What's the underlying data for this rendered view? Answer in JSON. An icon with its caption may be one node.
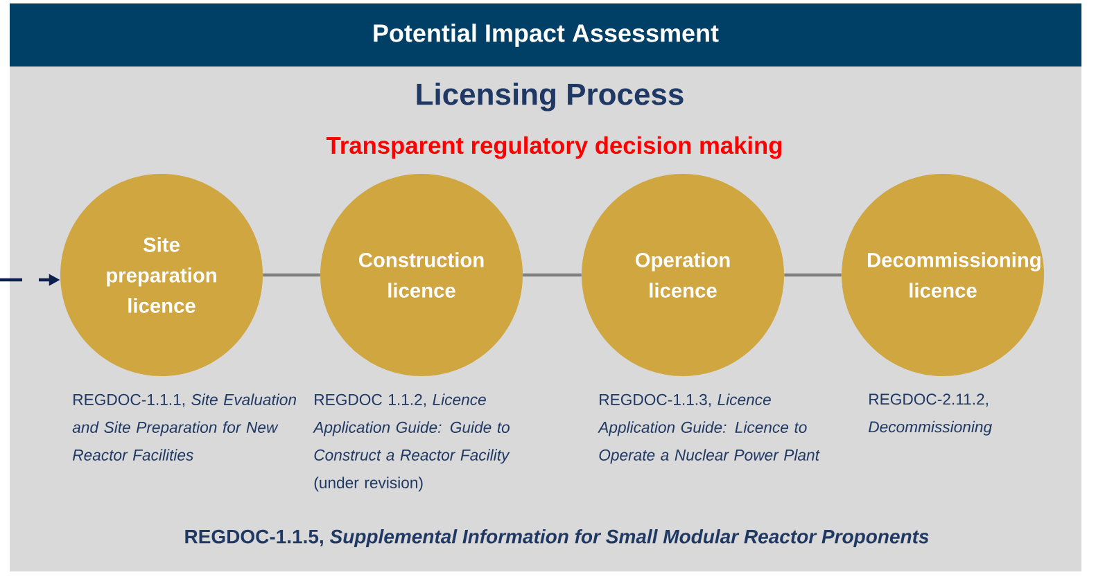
{
  "diagram": {
    "title": "Potential Impact Assessment",
    "nodes": [
      {
        "text": [
          "Site preparation licence"
        ],
        "beside": [
          "REGDOC-1.1.1, *Site Evaluation and Site Preparation for New Reactor Facilities*"
        ]
      },
      {
        "text": [
          "Construction licence"
        ],
        "beside": [
          "REGDOC 1.1.2, *Licence Application Guide: Guide to Construct a Reactor Facility* (under revision)"
        ]
      },
      {
        "text": [
          "Operation licence"
        ],
        "beside": [
          "REGDOC-1.1.3, *Licence Application Guide: Licence to Operate a Nuclear Power Plant*"
        ]
      },
      {
        "text": [
          "Decommissioning licence"
        ],
        "beside": [
          "REGDOC-2.11.2, *Decommissioning*"
        ]
      }
    ],
    "edges": [
      {
        "from": null,
        "to": 0,
        "arrow": "to",
        "style": "dashed",
        "color": "#0d1f4e"
      },
      {
        "from": 0,
        "to": 1,
        "arrow": "none"
      },
      {
        "from": 1,
        "to": 2,
        "arrow": "none"
      },
      {
        "from": 2,
        "to": 3,
        "arrow": "none"
      }
    ],
    "labels": [
      "Licensing Process",
      "Transparent regulatory decision making",
      "REGDOC-1.1.5, *Supplemental Information for Small Modular Reactor Proponents*"
    ]
  }
}
